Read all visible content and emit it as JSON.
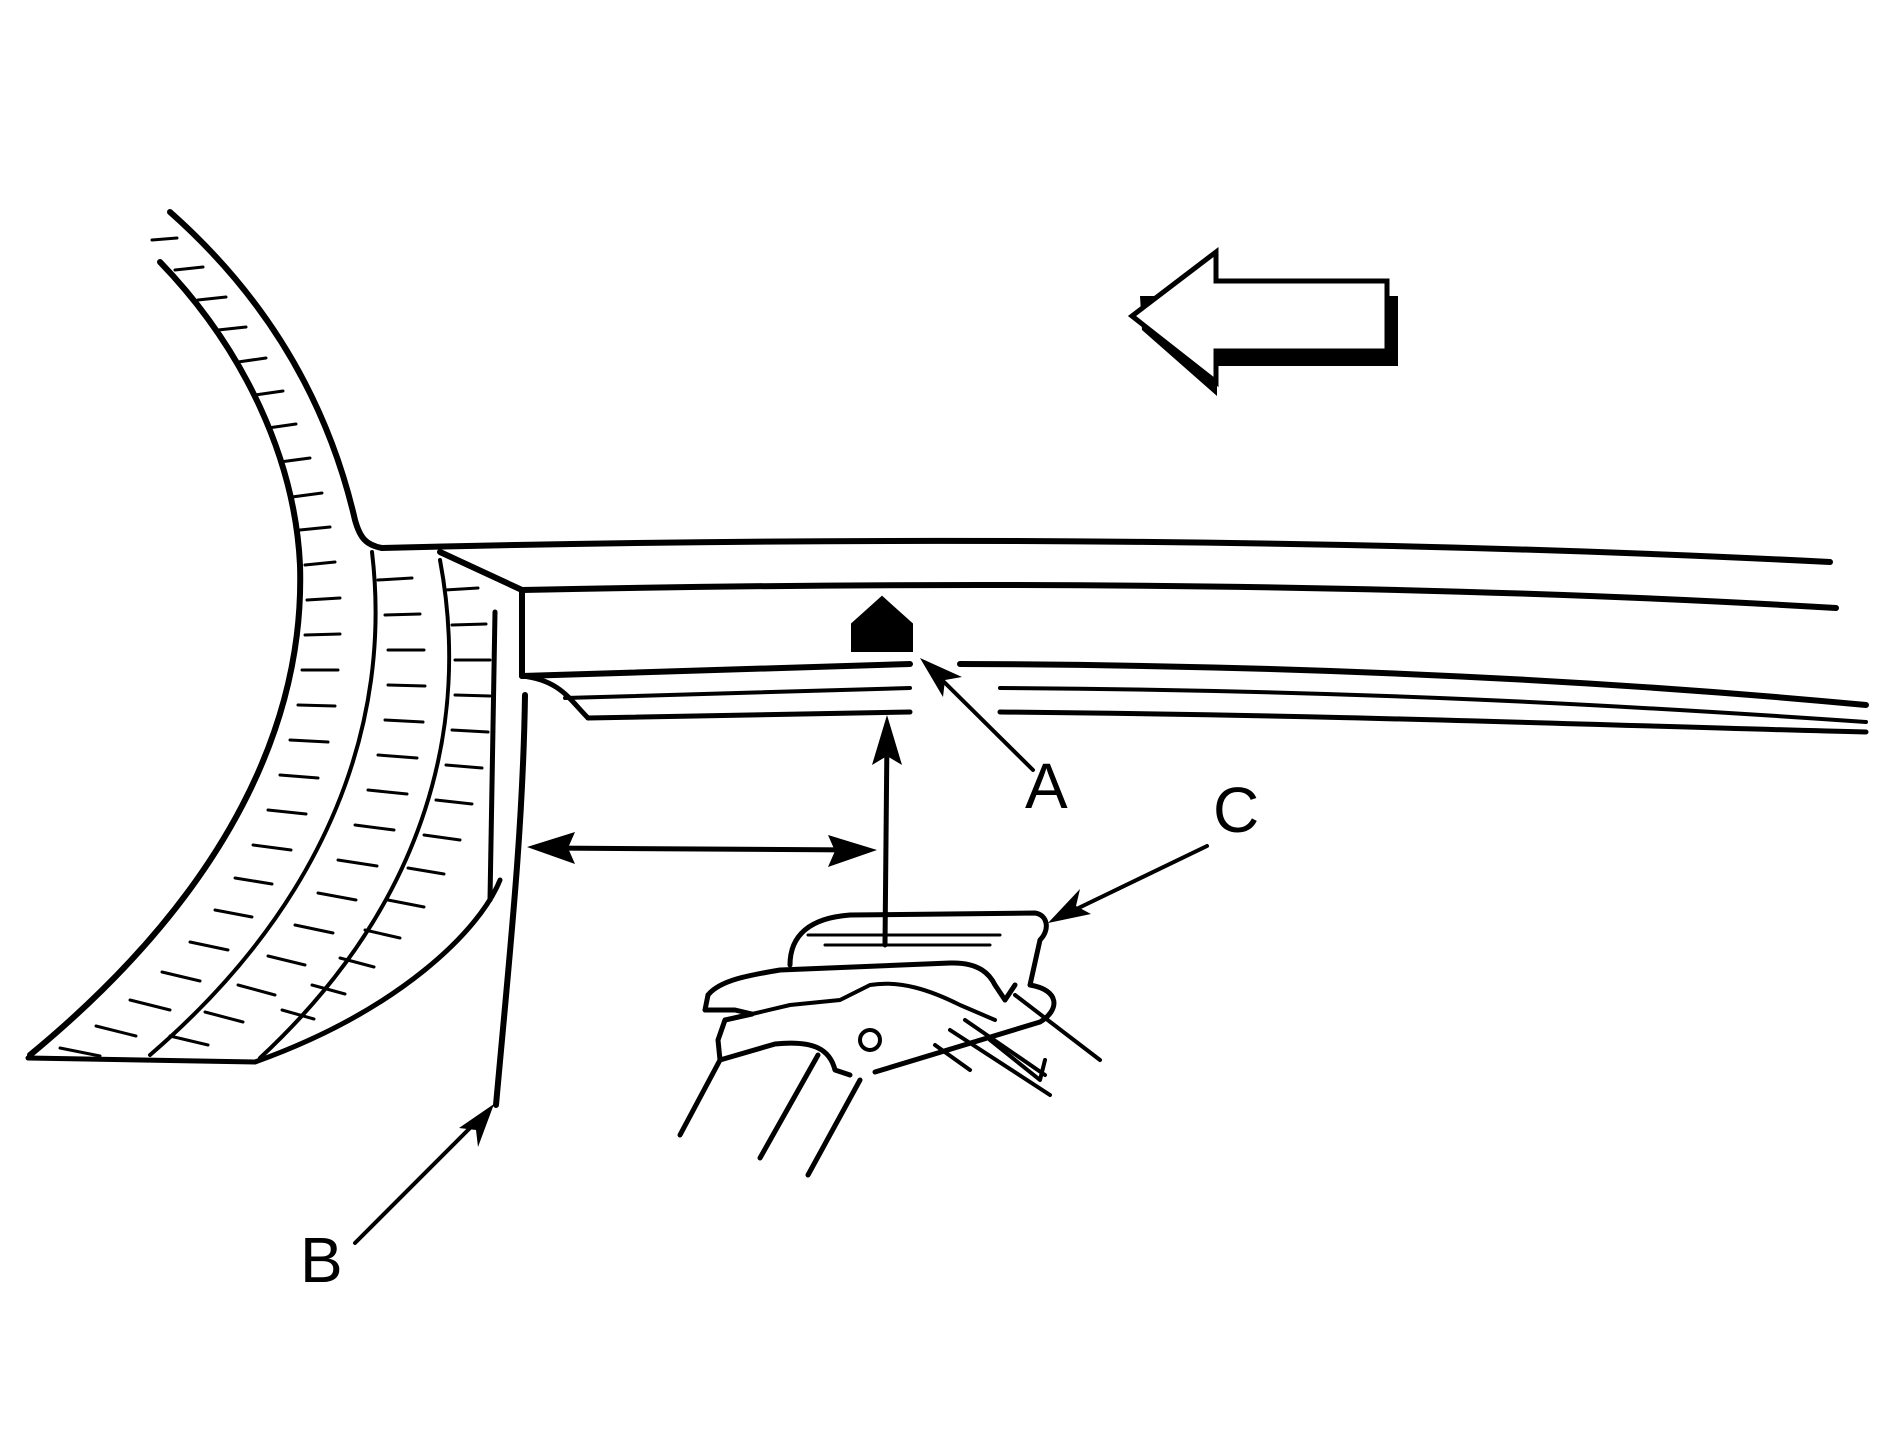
{
  "callouts": [
    {
      "id": "A",
      "label": "A"
    },
    {
      "id": "B",
      "label": "B"
    },
    {
      "id": "C",
      "label": "C"
    }
  ],
  "colors": {
    "line": "#000000",
    "background": "#ffffff"
  },
  "icons": {
    "direction": "arrow-left-icon",
    "marker": "house-shaped-reference-mark-icon"
  }
}
